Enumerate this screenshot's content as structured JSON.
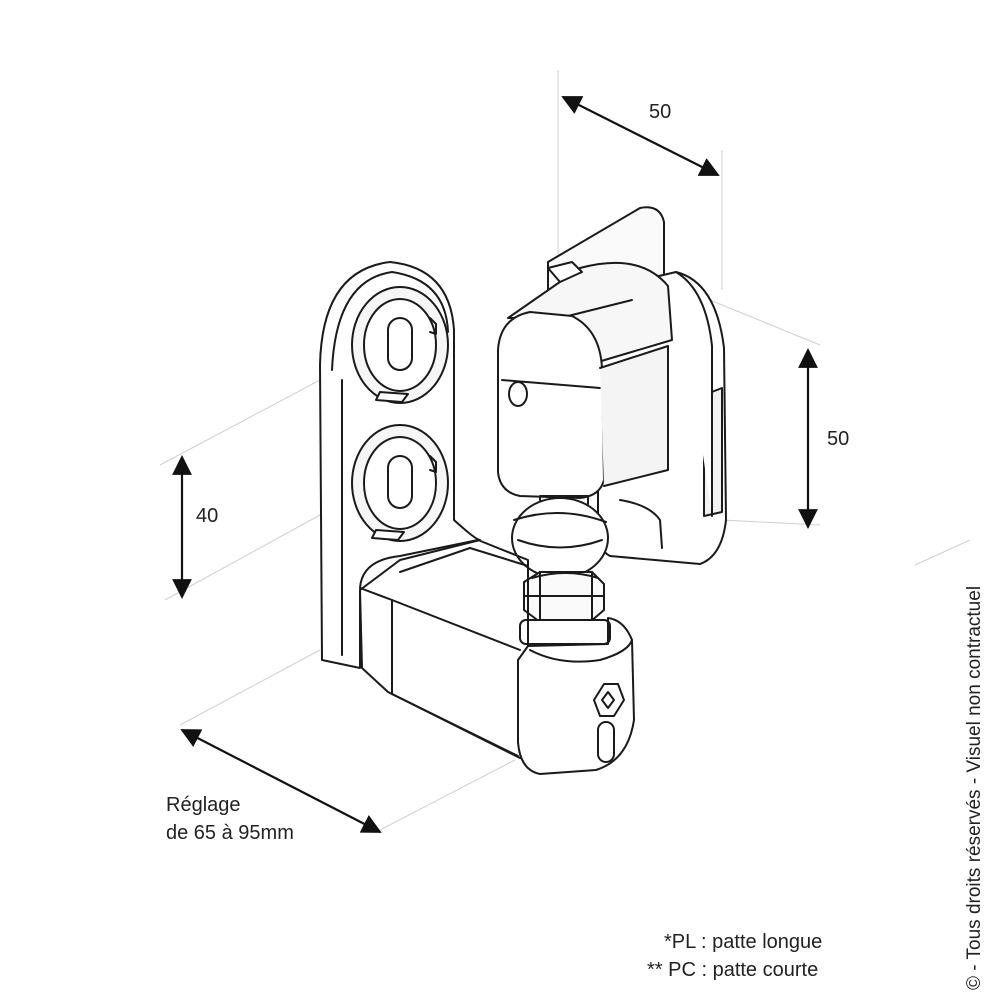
{
  "dimensions": {
    "top_width": "50",
    "right_height": "50",
    "left_height": "40",
    "adjust_line1": "Réglage",
    "adjust_line2": "de 65 à 95mm"
  },
  "notes": {
    "pl": "*PL : patte longue",
    "pc": "** PC : patte courte"
  },
  "copyright": "© - Tous droits réservés - Visuel non contractuel",
  "colors": {
    "ink": "#222222",
    "line": "#1a1a1a",
    "guide": "#c8c8c8",
    "shade": "#f2f2f2"
  }
}
